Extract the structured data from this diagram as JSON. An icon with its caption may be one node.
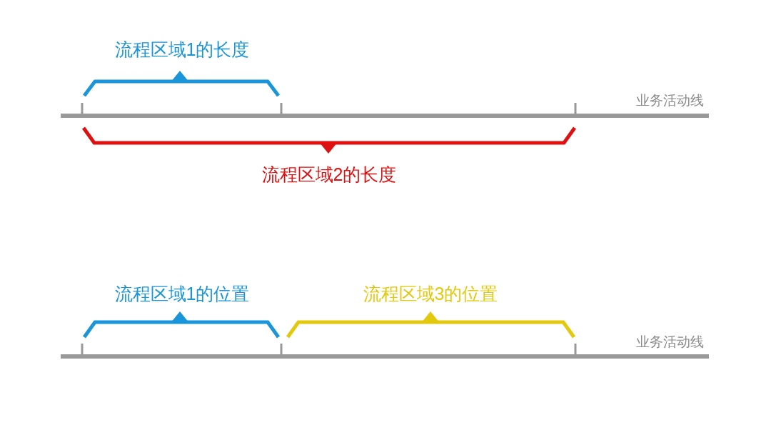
{
  "diagram": {
    "labels": [
      "流程区域1的长度",
      "业务活动线",
      "流程区域2的长度",
      "流程区域1的位置",
      "流程区域3的位置",
      "业务活动线"
    ]
  }
}
